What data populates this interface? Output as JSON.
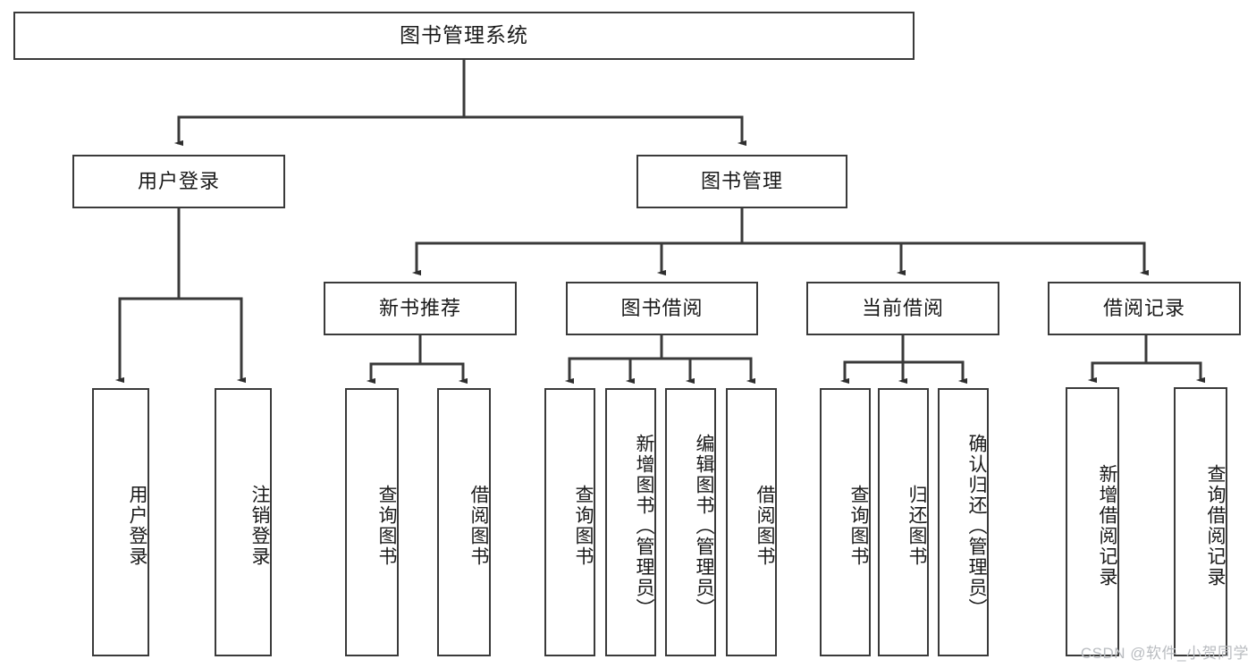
{
  "diagram": {
    "title": "图书管理系统",
    "watermark": "CSDN @软件_小贺同学",
    "colors": {
      "background": "#ffffff",
      "box_border": "#3a3a3a",
      "connector": "#3a3a3a",
      "text": "#1a1a1a",
      "watermark": "#b9bcc0"
    },
    "root": {
      "label": "图书管理系统"
    },
    "level2": [
      {
        "label": "用户登录"
      },
      {
        "label": "图书管理"
      }
    ],
    "level3": [
      {
        "label": "新书推荐"
      },
      {
        "label": "图书借阅"
      },
      {
        "label": "当前借阅"
      },
      {
        "label": "借阅记录"
      }
    ],
    "leaves": {
      "user_login": [
        {
          "label": "用户登录"
        },
        {
          "label": "注销登录"
        }
      ],
      "new_book_recommend": [
        {
          "label": "查询图书"
        },
        {
          "label": "借阅图书"
        }
      ],
      "book_borrow": [
        {
          "label": "查询图书"
        },
        {
          "label": "新增图书（管理员）"
        },
        {
          "label": "编辑图书（管理员）"
        },
        {
          "label": "借阅图书"
        }
      ],
      "current_borrow": [
        {
          "label": "查询图书"
        },
        {
          "label": "归还图书"
        },
        {
          "label": "确认归还（管理员）"
        }
      ],
      "borrow_record": [
        {
          "label": "新增借阅记录"
        },
        {
          "label": "查询借阅记录"
        }
      ]
    }
  }
}
